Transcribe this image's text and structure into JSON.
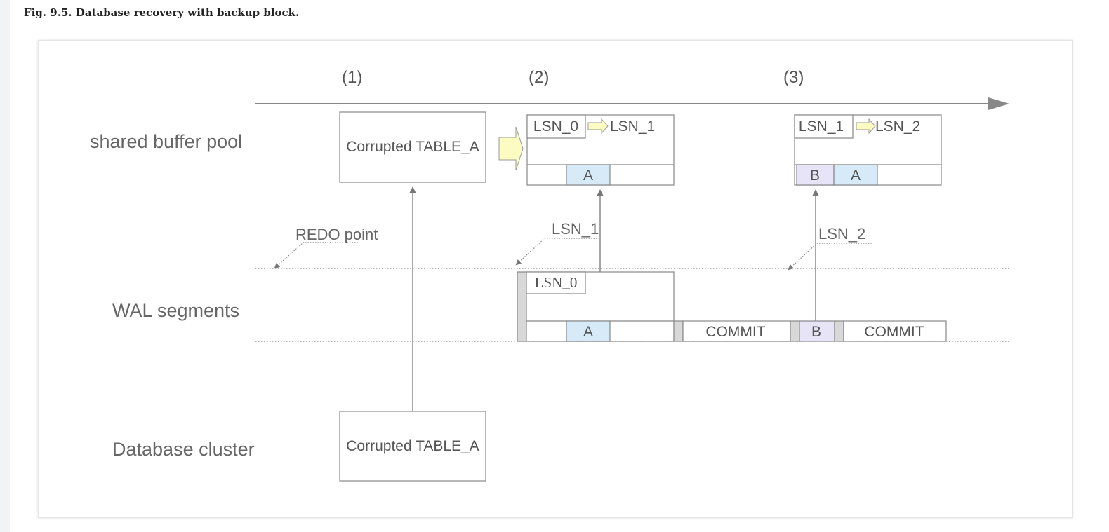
{
  "caption": "Fig. 9.5. Database recovery with backup block.",
  "rows": {
    "buffer": "shared buffer pool",
    "wal": "WAL segments",
    "cluster": "Database cluster"
  },
  "steps": [
    "(1)",
    "(2)",
    "(3)"
  ],
  "buffer_pool": {
    "corrupted": "Corrupted TABLE_A",
    "page2": {
      "lsn_from": "LSN_0",
      "lsn_to": "LSN_1",
      "cell_a": "A"
    },
    "page3": {
      "lsn_from": "LSN_1",
      "lsn_to": "LSN_2",
      "cell_b": "B",
      "cell_a": "A"
    }
  },
  "wal": {
    "redo_point": "REDO point",
    "lsn1_label": "LSN_1",
    "lsn2_label": "LSN_2",
    "backup_block_lsn": "LSN_0",
    "backup_block_cell": "A",
    "commit1": "COMMIT",
    "record_b": "B",
    "commit2": "COMMIT"
  },
  "cluster": {
    "file": "Corrupted TABLE_A"
  },
  "colors": {
    "cell_a": "#d6eaf7",
    "cell_b": "#e6e4f6",
    "arrow_fill": "#fbfbc2",
    "header_fill": "#d8d8d8",
    "line": "#888888"
  }
}
